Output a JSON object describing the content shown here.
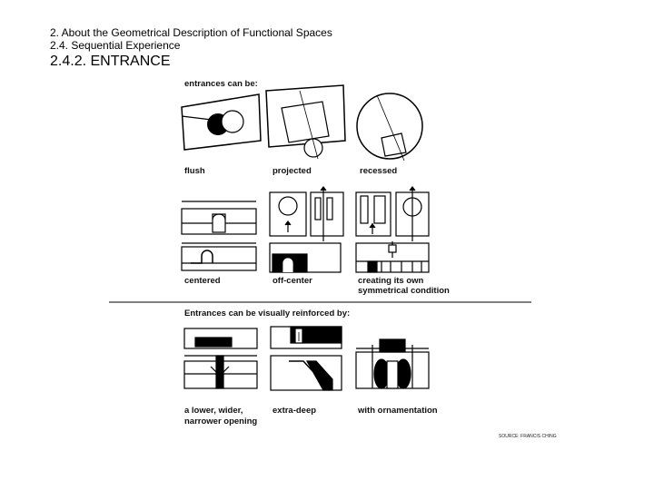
{
  "header": {
    "chapter": "2.   About the Geometrical Description of Functional Spaces",
    "section": "2.4. Sequential Experience",
    "title": "2.4.2. ENTRANCE"
  },
  "figure": {
    "intro_1": "entrances can be:",
    "types": [
      "flush",
      "projected",
      "recessed"
    ],
    "positions": [
      "centered",
      "off-center"
    ],
    "position_3_line1": "creating its own",
    "position_3_line2": "symmetrical condition",
    "intro_2": "Entrances can be visually reinforced by:",
    "reinforce_1_line1": "a lower, wider,",
    "reinforce_1_line2": "narrower opening",
    "reinforce_2": "extra-deep",
    "reinforce_3": "with ornamentation",
    "source": "SOURCE: FRANCIS CHING"
  }
}
